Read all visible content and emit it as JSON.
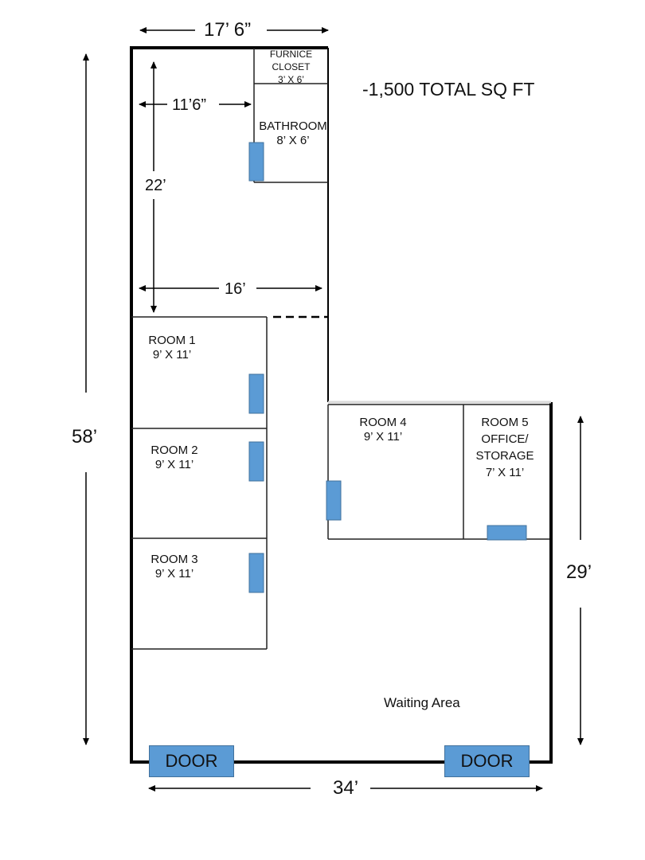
{
  "title": "-1,500 TOTAL SQ FT",
  "colors": {
    "wall": "#000000",
    "door_fill": "#5b9bd5",
    "door_border": "#41719c"
  },
  "dimensions": {
    "top_width": "17’ 6”",
    "inner_width_upper": "11’6”",
    "inner_height": "22’",
    "inner_width_lower": "16’",
    "total_height": "58’",
    "right_height": "29’",
    "bottom_width": "34’"
  },
  "rooms": {
    "furnace_closet": {
      "name": "FURNICE",
      "name2": "CLOSET",
      "size": "3’ X 6’"
    },
    "bathroom": {
      "name": "BATHROOM",
      "size": "8’ X 6’"
    },
    "room1": {
      "name": "ROOM 1",
      "size": "9’ X 11’"
    },
    "room2": {
      "name": "ROOM 2",
      "size": "9’ X 11’"
    },
    "room3": {
      "name": "ROOM 3",
      "size": "9’ X 11’"
    },
    "room4": {
      "name": "ROOM 4",
      "size": "9’ X 11’"
    },
    "room5": {
      "name": "ROOM 5",
      "name2": "OFFICE/",
      "name3": "STORAGE",
      "size": "7’ X 11’"
    },
    "waiting": {
      "name": "Waiting Area"
    }
  },
  "doors": {
    "left_label": "DOOR",
    "right_label": "DOOR"
  }
}
